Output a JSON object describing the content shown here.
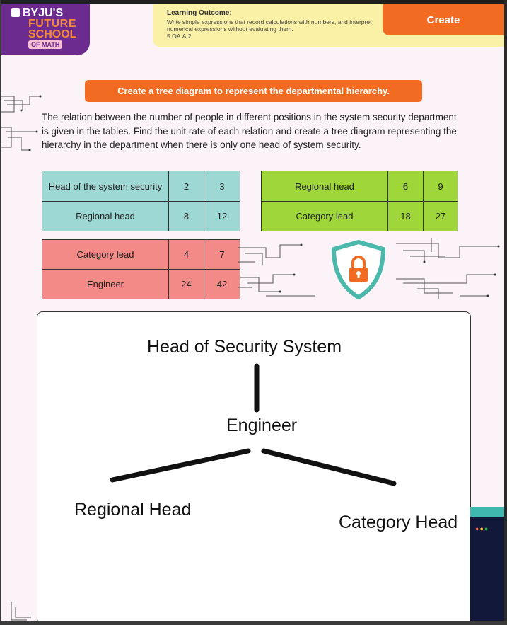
{
  "logo": {
    "line1": "BYJU'S",
    "line2": "FUTURE",
    "line3": "SCHOOL",
    "badge": "OF MATH"
  },
  "outcome": {
    "title": "Learning Outcome:",
    "text": "Write simple expressions that record calculations with numbers, and interpret numerical expressions without evaluating them.",
    "code": "5.OA.A.2"
  },
  "create_button": "Create",
  "banner": "Create a tree diagram to represent the departmental hierarchy.",
  "problem": "The relation between the number of people in different positions in the system security department is given in the tables. Find the unit rate of each relation and create a tree diagram representing the hierarchy in the department when there is only one head of system security.",
  "tables": {
    "head_regional": [
      {
        "label": "Head of the system security",
        "a": "2",
        "b": "3"
      },
      {
        "label": "Regional head",
        "a": "8",
        "b": "12"
      }
    ],
    "regional_category": [
      {
        "label": "Regional head",
        "a": "6",
        "b": "9"
      },
      {
        "label": "Category lead",
        "a": "18",
        "b": "27"
      }
    ],
    "category_engineer": [
      {
        "label": "Category lead",
        "a": "4",
        "b": "7"
      },
      {
        "label": "Engineer",
        "a": "24",
        "b": "42"
      }
    ]
  },
  "tree": {
    "root": "Head of Security System",
    "middle": "Engineer",
    "left": "Regional Head",
    "right": "Category Head"
  },
  "colors": {
    "orange": "#f26b22",
    "purple": "#6b2b8f",
    "teal": "#9ed8d5",
    "green": "#9fd63a",
    "red": "#f48a87",
    "yellow": "#fbf1a6"
  },
  "icons": [
    "shield-lock-icon",
    "circuit-decoration"
  ]
}
